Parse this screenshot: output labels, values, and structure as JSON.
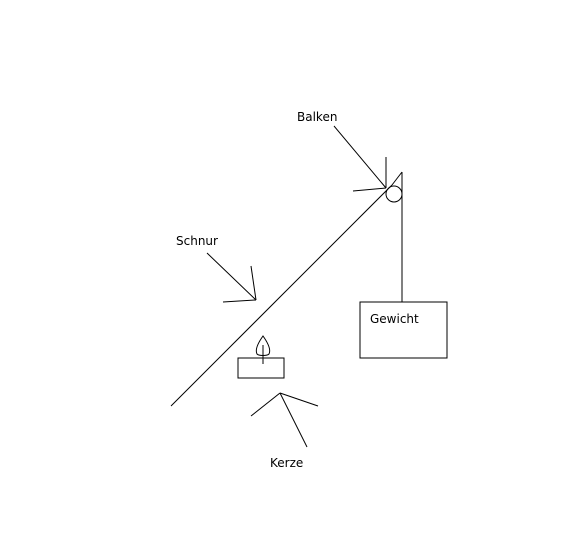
{
  "labels": {
    "beam": "Balken",
    "string": "Schnur",
    "weight": "Gewicht",
    "candle": "Kerze"
  },
  "colors": {
    "background": "#ffffff",
    "ink": "#000000"
  }
}
